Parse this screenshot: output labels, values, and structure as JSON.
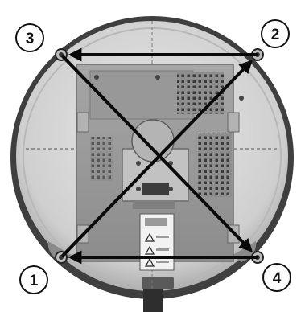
{
  "colors": {
    "background": "#ffffff",
    "housing_rim": "#3f3f3f",
    "housing_face": "#d9d9d9",
    "panel": "#9b9b9b",
    "arrow": "#0a0a0a",
    "callout_stroke": "#111111",
    "callout_fill": "#ffffff"
  },
  "icons": {
    "bolt": "bolt-icon",
    "warning": "warning-triangle-icon",
    "arrow": "arrow-icon"
  },
  "sequence": {
    "steps": [
      {
        "id": "1",
        "label": "1"
      },
      {
        "id": "2",
        "label": "2"
      },
      {
        "id": "3",
        "label": "3"
      },
      {
        "id": "4",
        "label": "4"
      }
    ],
    "moves": [
      {
        "from": "1",
        "to": "2"
      },
      {
        "from": "2",
        "to": "3"
      },
      {
        "from": "3",
        "to": "4"
      },
      {
        "from": "4",
        "to": "1"
      }
    ]
  }
}
